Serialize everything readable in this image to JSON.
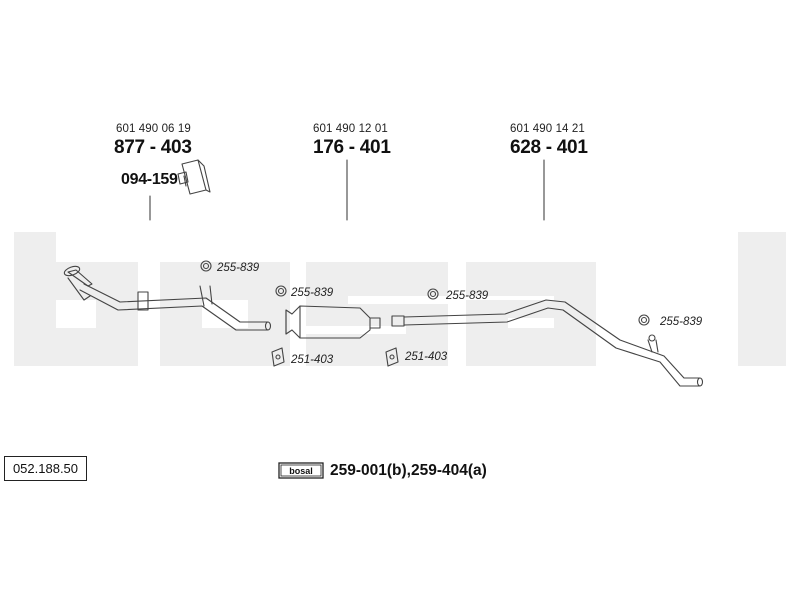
{
  "parts": [
    {
      "oem": "601 490 06 19",
      "number": "877 - 403"
    },
    {
      "oem": "601 490 12 01",
      "number": "176 - 401"
    },
    {
      "oem": "601 490 14 21",
      "number": "628 - 401"
    }
  ],
  "accessory": {
    "number": "094-159"
  },
  "clamps": [
    {
      "code": "255-839"
    },
    {
      "code": "255-839"
    },
    {
      "code": "255-839"
    },
    {
      "code": "255-839"
    },
    {
      "code": "251-403"
    },
    {
      "code": "251-403"
    }
  ],
  "reference": "052.188.50",
  "kit": "259-001(b),259-404(a)",
  "brand": "bosal",
  "colors": {
    "watermark": "#eeeeee",
    "pipe_stroke": "#444444",
    "text": "#111111"
  }
}
